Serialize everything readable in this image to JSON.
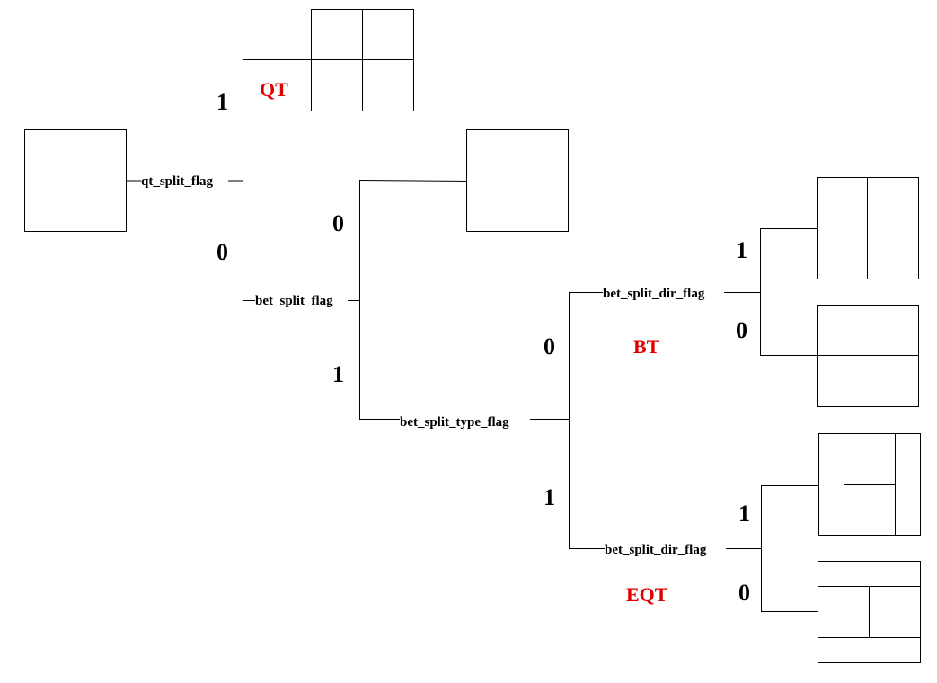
{
  "colors": {
    "line": "#000000",
    "mode_label": "#e00000",
    "background": "#ffffff"
  },
  "nodes": {
    "qt_split_flag": "qt_split_flag",
    "bet_split_flag": "bet_split_flag",
    "bet_split_type_flag": "bet_split_type_flag",
    "bet_split_dir_flag_bt": "bet_split_dir_flag",
    "bet_split_dir_flag_eqt": "bet_split_dir_flag"
  },
  "branch_values": {
    "qt_yes": "1",
    "qt_no": "0",
    "bet_no": "0",
    "bet_yes": "1",
    "type_bt": "0",
    "type_eqt": "1",
    "bt_dir_vertical": "1",
    "bt_dir_horizontal": "0",
    "eqt_dir_vertical": "1",
    "eqt_dir_horizontal": "0"
  },
  "modes": {
    "qt": "QT",
    "bt": "BT",
    "eqt": "EQT"
  }
}
